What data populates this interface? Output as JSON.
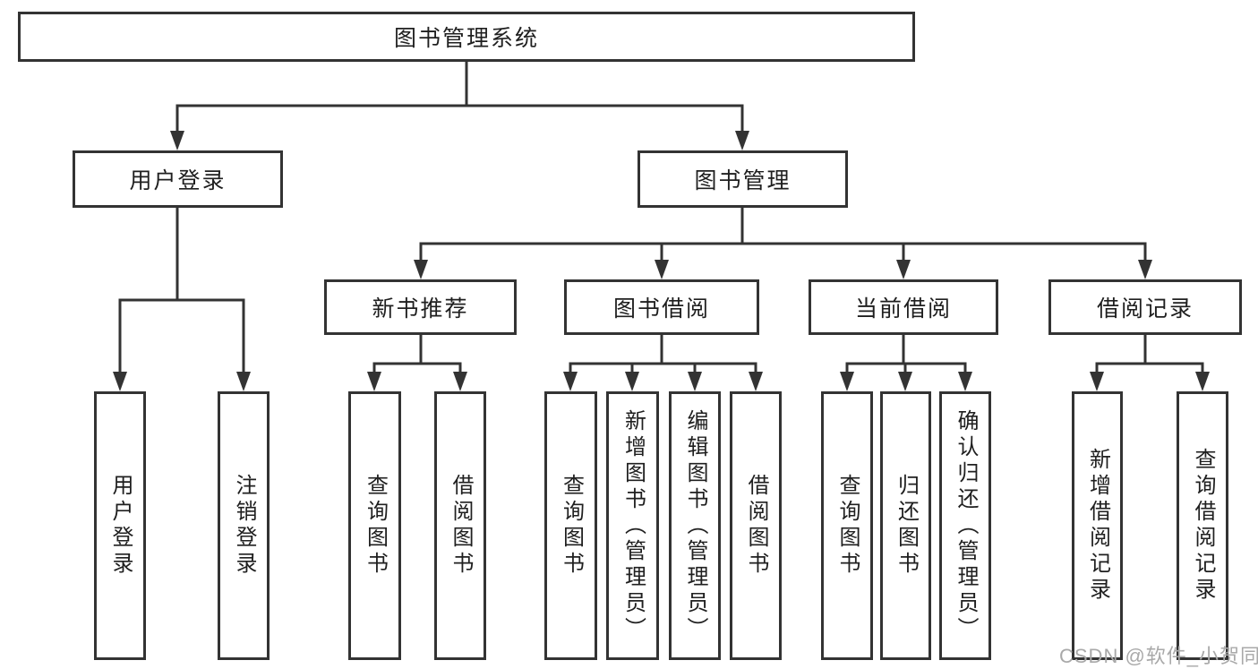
{
  "tree": {
    "root": {
      "label": "图书管理系统"
    },
    "branches": [
      {
        "label": "用户登录",
        "children": [
          {
            "label": "用户登录"
          },
          {
            "label": "注销登录"
          }
        ]
      },
      {
        "label": "图书管理",
        "sections": [
          {
            "label": "新书推荐",
            "children": [
              {
                "label": "查询图书"
              },
              {
                "label": "借阅图书"
              }
            ]
          },
          {
            "label": "图书借阅",
            "children": [
              {
                "label": "查询图书"
              },
              {
                "label": "新增图书（管理员）"
              },
              {
                "label": "编辑图书（管理员）"
              },
              {
                "label": "借阅图书"
              }
            ]
          },
          {
            "label": "当前借阅",
            "children": [
              {
                "label": "查询图书"
              },
              {
                "label": "归还图书"
              },
              {
                "label": "确认归还（管理员）"
              }
            ]
          },
          {
            "label": "借阅记录",
            "children": [
              {
                "label": "新增借阅记录"
              },
              {
                "label": "查询借阅记录"
              }
            ]
          }
        ]
      }
    ]
  },
  "watermark": {
    "text": "CSDN @软件_小贺同学"
  },
  "colors": {
    "line": "#333333",
    "box_border": "#333333",
    "box_bg": "#ffffff",
    "text": "#1f1f1f",
    "watermark": "#a9a9a9",
    "background": "#ffffff"
  }
}
